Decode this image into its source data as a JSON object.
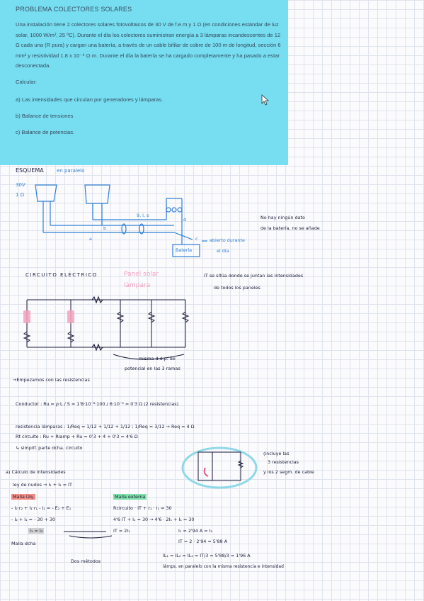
{
  "statement": {
    "title": "PROBLEMA COLECTORES SOLARES",
    "body": "Una instalación tiene 2 colectores solares fotovoltaicos de 30 V de f.e.m y 1 Ω (en condiciones estándar de luz solar, 1000 W/m², 25 ºC). Durante el día los colectores suministran energía a 3 lámparas incandescentes de 12 Ω cada una (R pura) y cargan una batería, a través de un cable bifilar de cobre de 100 m de longitud, sección 6 mm² y resistividad 1.8 x 10⁻⁸ Ω·m. Durante el día la batería se ha cargado completamente y ha pasado a estar desconectada.",
    "calc": "Calcular:",
    "a": "a) Las intensidades que circulan por generadores y lámparas.",
    "b": "b) Balance de tensiones",
    "c": "c) Balance de potencias."
  },
  "schema": {
    "heading": "ESQUEMA",
    "parallel": "en paralelo",
    "volt": "30V",
    "ohm": "1 Ω",
    "cable": "9, l, s",
    "a": "a",
    "b": "b",
    "c": "c",
    "d": "d",
    "battery": "Batería",
    "open_note": "abierto durante",
    "open_note2": "el día",
    "no_data": "No hay ningún dato",
    "no_data2": "de la batería, no se añade"
  },
  "circuit": {
    "heading": "CIRCUITO ELÉCTRICO",
    "legend_panel": "Panel solar",
    "legend_lamp": "lámpara",
    "note_it": "IT se sitúa donde se juntan las intensidades",
    "note_it2": "de todos los paneles",
    "same_ddp": "misma d.d.p. de",
    "same_ddp2": "potencial en las 3 ramas"
  },
  "work": {
    "start": "→Empezamos con las resistencias",
    "conductor": "Conductor : Ru = ρ·L / S = 1'8·10⁻⁸·100 / 6·10⁻⁶ = 0'3 Ω (2 resistencias)",
    "lamps": "resistencia lámparas : 1/Req = 1/12 + 1/12 + 1/12 ; 1/Req = 3/12 → Req = 4 Ω",
    "rt": "Rt circuito : Ru + Rlamp + Ru = 0'3 + 4 + 0'3 = 4'6 Ω",
    "simplify": "↳ simplif. parte dcha. circuito",
    "includes": "(incluye las",
    "includes2": "3 resistencias",
    "includes3": "y los 2 segm. de cable",
    "part_a": "a) Cálculo de intensidades",
    "nodes": "ley de nudos → I₁ + I₂ = IT",
    "mesh1": "Malla izq.",
    "mesh_ext": "Malla externa",
    "eq1": "- I₂·r₂ + I₁·r₁ - I₁ = - E₂ + E₁",
    "eq2": "- I₂ + I₁ = - 30 + 30",
    "eq3": "I₁ = I₂",
    "right_mesh": "Malla dcha",
    "two_methods": "Dos métodos",
    "ext1": "Rcircuito · IT + r₁ · I₁ = 30",
    "ext2": "4'6 IT + I₁ = 30 → 4'6 · 2I₁ + I₁ = 30",
    "ext3": "IT = 2I₁",
    "res1": "I₁ = 2'94 A = I₂",
    "res2": "IT = 2 · 2'94 = 5'88 A",
    "res3": "IL₁ = IL₂ = IL₃ = IT/3 = 5'88/3 = 1'96 A",
    "res4": "lámps. en paralelo con la misma resistencia e intensidad"
  }
}
